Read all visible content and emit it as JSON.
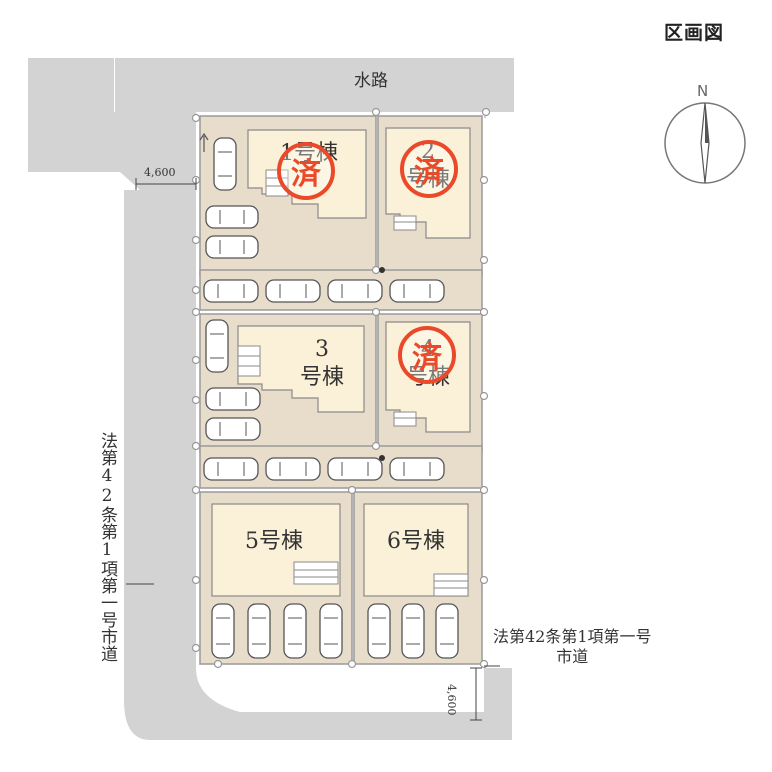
{
  "title": "区画図",
  "compass": {
    "label": "N"
  },
  "canal_label": "水路",
  "roads": {
    "west_label": "法第42条第1項第一号市道",
    "south_label_line1": "法第42条第1項第一号",
    "south_label_line2": "市道",
    "west_width": "4,600",
    "south_width": "4,600"
  },
  "lots": [
    {
      "id": 1,
      "label_line1": "1",
      "label_line2": "号棟",
      "status": "済"
    },
    {
      "id": 2,
      "label_line1": "2",
      "label_line2": "号棟",
      "status": "済"
    },
    {
      "id": 3,
      "label_line1": "3",
      "label_line2": "号棟",
      "status": ""
    },
    {
      "id": 4,
      "label_line1": "4",
      "label_line2": "号棟",
      "status": "済"
    },
    {
      "id": 5,
      "label_line1": "5号棟",
      "label_line2": "",
      "status": ""
    },
    {
      "id": 6,
      "label_line1": "6号棟",
      "label_line2": "",
      "status": ""
    }
  ],
  "colors": {
    "road": "#d2d2d2",
    "lot": "#e9dccb",
    "building": "#fbf1d8",
    "sold_stamp": "#ea4a2a",
    "fence": "#9a9a9a"
  }
}
